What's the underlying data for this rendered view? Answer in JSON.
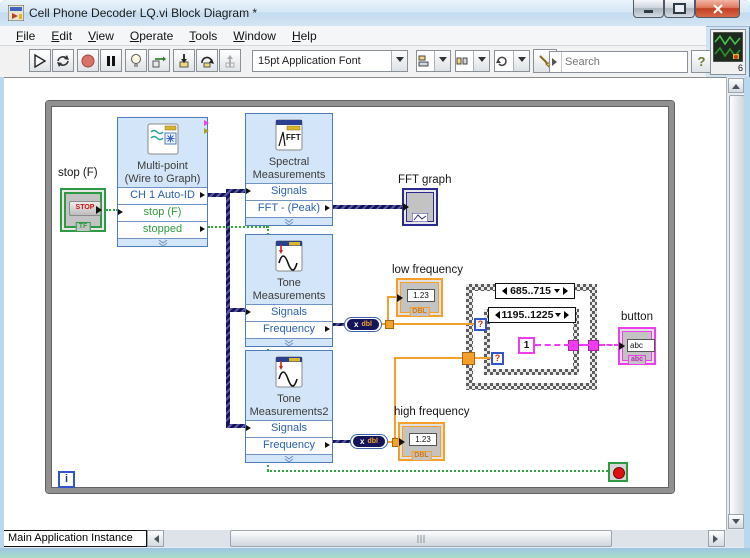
{
  "window": {
    "title": "Cell Phone Decoder LQ.vi Block Diagram *"
  },
  "menu": {
    "items": [
      "File",
      "Edit",
      "View",
      "Operate",
      "Tools",
      "Window",
      "Help"
    ]
  },
  "toolbar": {
    "font_selector": "15pt Application Font",
    "search_placeholder": "Search",
    "help_label": "?",
    "vi_icon_badge": "6"
  },
  "statusbar": {
    "context": "Main Application Instance"
  },
  "diagram": {
    "stop_control": {
      "label": "stop (F)",
      "button_text": "STOP",
      "type_tag": "TF"
    },
    "multipoint": {
      "title": "Multi-point",
      "subtitle": "(Wire to Graph)",
      "rows": [
        "CH 1 Auto-ID",
        "stop (F)",
        "stopped"
      ]
    },
    "spectral": {
      "title": "Spectral",
      "subtitle": "Measurements",
      "icon_text": "FFT",
      "rows": [
        "Signals",
        "FFT - (Peak)"
      ]
    },
    "tone1": {
      "title": "Tone",
      "subtitle": "Measurements",
      "rows": [
        "Signals",
        "Frequency"
      ]
    },
    "tone2": {
      "title": "Tone",
      "subtitle": "Measurements2",
      "rows": [
        "Signals",
        "Frequency"
      ]
    },
    "fft_graph": {
      "label": "FFT graph"
    },
    "low_freq": {
      "label": "low frequency",
      "display": "1.23",
      "type_tag": "DBL"
    },
    "high_freq": {
      "label": "high frequency",
      "display": "1.23",
      "type_tag": "DBL"
    },
    "convert1": {
      "glyph": "x",
      "type_text": "dbl"
    },
    "convert2": {
      "glyph": "x",
      "type_text": "dbl"
    },
    "case_outer": {
      "selector": "685..715"
    },
    "case_inner": {
      "selector": "1195..1225"
    },
    "case_selector_glyph": "?",
    "string_constant": "1",
    "button_indicator": {
      "label": "button",
      "display": "abc",
      "type_tag": "abc"
    },
    "loop": {
      "iteration": "i"
    }
  },
  "colors": {
    "express_bg": "#d3e5f8",
    "express_border": "#4f7cb4",
    "row_text_blue": "#2a5fb0",
    "row_text_green": "#2f9a3f",
    "wire_navy": "#14145a",
    "wire_green": "#2faa3c",
    "wire_orange": "#f5a02a",
    "wire_pink": "#ee3cee"
  }
}
